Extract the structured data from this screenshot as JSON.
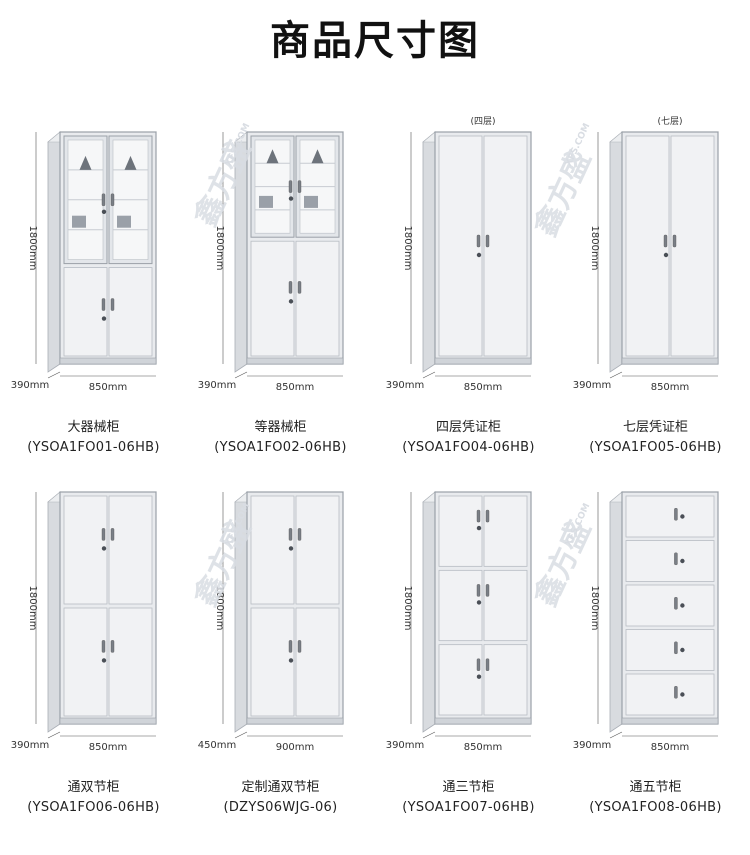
{
  "title": "商品尺寸图",
  "watermark": "鑫方盛",
  "watermark_url": "XFS.COM",
  "products": [
    {
      "name": "大器械柜",
      "model": "(YSOA1FO01-06HB)",
      "height": "1800mm",
      "depth": "390mm",
      "width": "850mm",
      "layer_label": "",
      "type": "glass-big"
    },
    {
      "name": "等器械柜",
      "model": "(YSOA1FO02-06HB)",
      "height": "1800mm",
      "depth": "390mm",
      "width": "850mm",
      "layer_label": "",
      "type": "glass-equal"
    },
    {
      "name": "四层凭证柜",
      "model": "(YSOA1FO04-06HB)",
      "height": "1800mm",
      "depth": "390mm",
      "width": "850mm",
      "layer_label": "(四层)",
      "type": "full-door"
    },
    {
      "name": "七层凭证柜",
      "model": "(YSOA1FO05-06HB)",
      "height": "1800mm",
      "depth": "390mm",
      "width": "850mm",
      "layer_label": "(七层)",
      "type": "full-door"
    },
    {
      "name": "通双节柜",
      "model": "(YSOA1FO06-06HB)",
      "height": "1800mm",
      "depth": "390mm",
      "width": "850mm",
      "layer_label": "",
      "type": "two-section"
    },
    {
      "name": "定制通双节柜",
      "model": "(DZYS06WJG-06)",
      "height": "1800mm",
      "depth": "450mm",
      "width": "900mm",
      "layer_label": "",
      "type": "two-section"
    },
    {
      "name": "通三节柜",
      "model": "(YSOA1FO07-06HB)",
      "height": "1800mm",
      "depth": "390mm",
      "width": "850mm",
      "layer_label": "",
      "type": "three-section"
    },
    {
      "name": "通五节柜",
      "model": "(YSOA1FO08-06HB)",
      "height": "1800mm",
      "depth": "390mm",
      "width": "850mm",
      "layer_label": "",
      "type": "five-drawer"
    }
  ]
}
